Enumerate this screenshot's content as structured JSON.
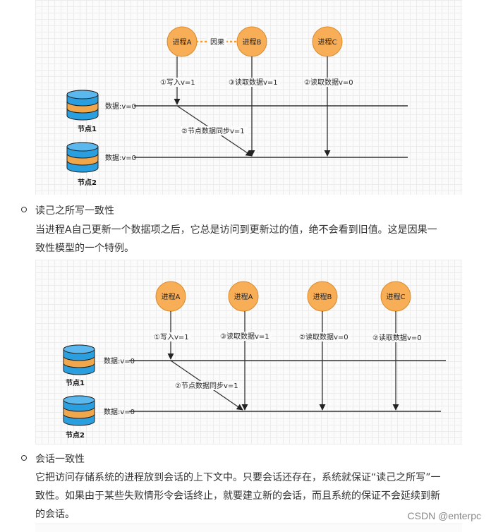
{
  "diagram1": {
    "processes": [
      "进程A",
      "进程B",
      "进程C"
    ],
    "causal_label": "因果",
    "ops": [
      "①写入v=1",
      "③读取数据v=1",
      "②读取数据v=0"
    ],
    "sync_label": "②节点数据同步v=1",
    "nodes": [
      {
        "name": "节点1",
        "data": "数据:v=0"
      },
      {
        "name": "节点2",
        "data": "数据:v=0"
      }
    ]
  },
  "bullet1": {
    "title": "读己之所写一致性"
  },
  "para1": {
    "line1": "当进程A自己更新一个数据项之后，它总是访问到更新过的值，绝不会看到旧值。这是因果一",
    "line2": "致性模型的一个特例。"
  },
  "diagram2": {
    "processes": [
      "进程A",
      "进程A",
      "进程B",
      "进程C"
    ],
    "ops": [
      "①写入v=1",
      "③读取数据v=1",
      "②读取数据v=0",
      "②读取数据v=0"
    ],
    "sync_label": "②节点数据同步v=1",
    "nodes": [
      {
        "name": "节点1",
        "data": "数据:v=0"
      },
      {
        "name": "节点2",
        "data": "数据:v=0"
      }
    ]
  },
  "bullet2": {
    "title": "会话一致性"
  },
  "para2": {
    "line1": "它把访问存储系统的进程放到会话的上下文中。只要会话还存在，系统就保证“读己之所写”一",
    "line2": "致性。如果由于某些失败情形令会话终止，就要建立新的会话，而且系统的保证不会延续到新",
    "line3": "的会话。"
  },
  "watermark": "CSDN @enterpc",
  "colors": {
    "process_fill": "#f8ad57",
    "process_stroke": "#d98a2b",
    "db_blue": "#2a9fe0",
    "db_orange": "#f0a64a",
    "dash": "#f39c34"
  }
}
